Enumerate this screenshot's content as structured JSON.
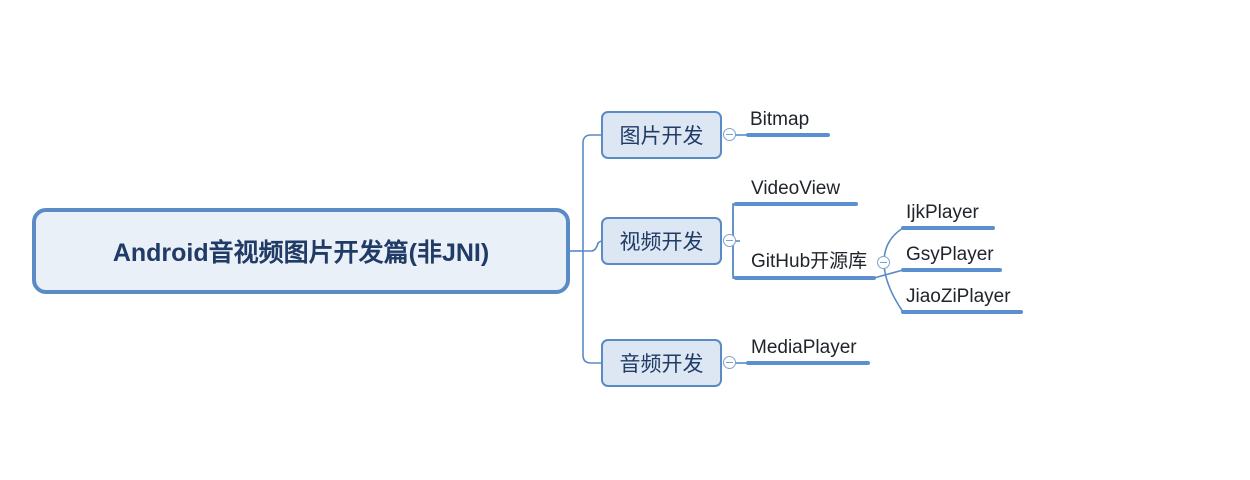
{
  "diagram": {
    "type": "mind-map",
    "title": "Android音视频图片开发篇(非JNI)",
    "colors": {
      "root_fill": "#eaf0f8",
      "root_border": "#5a8bc4",
      "root_text": "#1f3b66",
      "branch_fill": "#dde7f4",
      "branch_border": "#5a8bc4",
      "branch_text": "#1f3b66",
      "connector": "#5a8bc4",
      "underline": "#5b8fd0",
      "leaf_text": "#20242b",
      "background": "#ffffff"
    }
  },
  "root": {
    "label": "Android音视频图片开发篇(非JNI)"
  },
  "branches": [
    {
      "label": "图片开发",
      "toggle": "collapse-toggle-icon",
      "children": [
        {
          "label": "Bitmap"
        }
      ]
    },
    {
      "label": "视频开发",
      "toggle": "collapse-toggle-icon",
      "children": [
        {
          "label": "VideoView"
        },
        {
          "label": "GitHub开源库",
          "toggle": "collapse-toggle-icon",
          "children": [
            {
              "label": "IjkPlayer"
            },
            {
              "label": "GsyPlayer"
            },
            {
              "label": "JiaoZiPlayer"
            }
          ]
        }
      ]
    },
    {
      "label": "音频开发",
      "toggle": "collapse-toggle-icon",
      "children": [
        {
          "label": "MediaPlayer"
        }
      ]
    }
  ]
}
